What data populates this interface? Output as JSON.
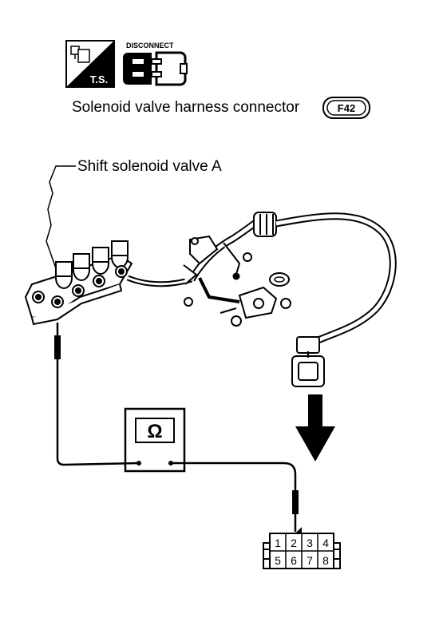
{
  "header": {
    "ts_badge": "T.S.",
    "disconnect_label": "DISCONNECT",
    "connector_title": "Solenoid valve harness connector",
    "connector_code": "F42"
  },
  "callout": {
    "label": "Shift solenoid valve A"
  },
  "meter": {
    "symbol": "Ω"
  },
  "connector": {
    "pins_top": [
      "1",
      "2",
      "3",
      "4"
    ],
    "pins_bottom": [
      "5",
      "6",
      "7",
      "8"
    ]
  }
}
